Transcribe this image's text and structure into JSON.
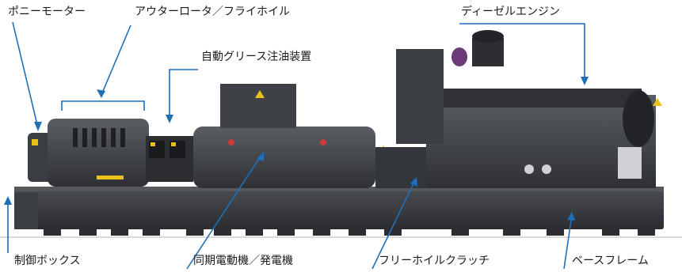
{
  "labels": {
    "pony_motor": "ポニーモーター",
    "outer_rotor_flywheel": "アウターロータ／フライホイル",
    "auto_grease": "自動グリース注油装置",
    "diesel_engine": "ディーゼルエンジン",
    "control_box": "制御ボックス",
    "sync_motor_generator": "同期電動機／発電機",
    "freewheel_clutch": "フリーホイルクラッチ",
    "base_frame": "ベースフレーム"
  },
  "colors": {
    "leader_line": "#1f6fb8",
    "machine_body": "#3e4146",
    "machine_dark": "#26282b",
    "accent_yellow": "#e8c21a",
    "accent_red": "#d23a3a",
    "accent_purple": "#6c3a78"
  }
}
